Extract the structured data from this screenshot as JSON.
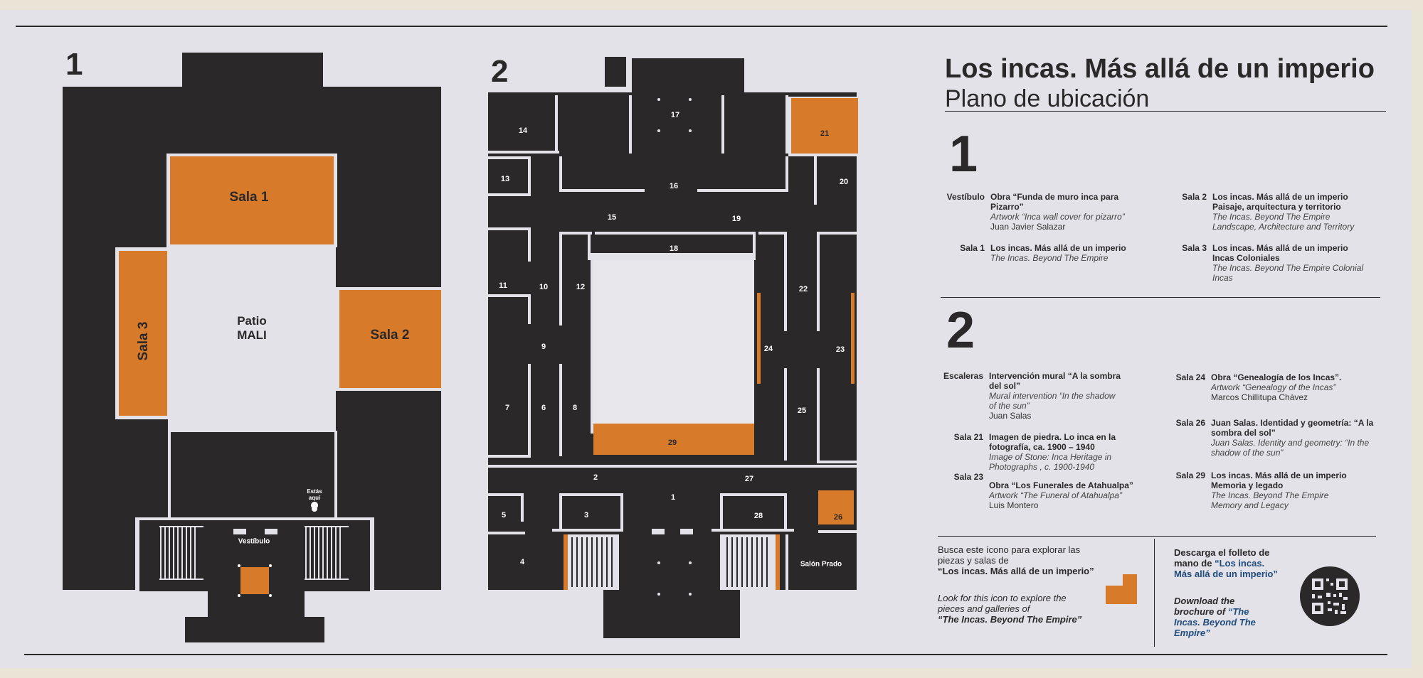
{
  "colors": {
    "dark": "#2b2829",
    "orange": "#d77b2b",
    "panel": "#e2e2e8",
    "link": "#1f4b7d"
  },
  "floors": {
    "one": "1",
    "two": "2"
  },
  "floor1": {
    "sala1": "Sala 1",
    "sala2": "Sala 2",
    "sala3": "Sala 3",
    "patio_line1": "Patio",
    "patio_line2": "MALI",
    "estas_line1": "Estás",
    "estas_line2": "aquí",
    "vestibulo": "Vestíbulo"
  },
  "floor2": {
    "rooms": {
      "r1": "1",
      "r2": "2",
      "r3": "3",
      "r4": "4",
      "r5": "5",
      "r6": "6",
      "r7": "7",
      "r8": "8",
      "r9": "9",
      "r10": "10",
      "r11": "11",
      "r12": "12",
      "r13": "13",
      "r14": "14",
      "r15": "15",
      "r16": "16",
      "r17": "17",
      "r18": "18",
      "r19": "19",
      "r20": "20",
      "r21": "21",
      "r22": "22",
      "r23": "23",
      "r24": "24",
      "r25": "25",
      "r26": "26",
      "r27": "27",
      "r28": "28",
      "r29": "29"
    },
    "salon_prado": "Salón Prado"
  },
  "legend": {
    "title": "Los incas. Más allá de un imperio",
    "subtitle": "Plano de ubicación",
    "section1": {
      "number": "1",
      "vestibulo": {
        "key": "Vestíbulo",
        "title": "Obra “Funda de muro inca para Pizarro”",
        "english": "Artwork “Inca wall cover for pizarro”",
        "author": "Juan Javier Salazar"
      },
      "sala1": {
        "key": "Sala 1",
        "title": "Los incas. Más allá de un imperio",
        "english": "The Incas. Beyond The Empire"
      },
      "sala2": {
        "key": "Sala 2",
        "title": "Los incas. Más allá de un imperio Paisaje, arquitectura y territorio",
        "english": "The Incas. Beyond The Empire Landscape, Architecture and Territory"
      },
      "sala3": {
        "key": "Sala 3",
        "title": "Los incas. Más allá de un imperio Incas Coloniales",
        "english": "The Incas. Beyond The Empire Colonial Incas"
      }
    },
    "section2": {
      "number": "2",
      "escaleras": {
        "key": "Escaleras",
        "title": "Intervención mural “A la sombra del sol”",
        "english": "Mural intervention “In the shadow of the sun”",
        "author": "Juan Salas"
      },
      "sala21": {
        "key": "Sala 21",
        "title": "Imagen de piedra. Lo inca en la fotografía, ca. 1900 – 1940",
        "english": "Image of Stone: Inca Heritage in Photographs , c. 1900-1940"
      },
      "sala23": {
        "key": "Sala 23",
        "title": "Obra “Los Funerales de Atahualpa”",
        "english": "Artwork “The Funeral of Atahualpa”",
        "author": "Luis Montero"
      },
      "sala24": {
        "key": "Sala 24",
        "title": "Obra “Genealogía de los Incas”.",
        "english": "Artwork “Genealogy of the Incas”",
        "author": "Marcos Chillitupa Chávez"
      },
      "sala26": {
        "key": "Sala 26",
        "title": "Juan Salas. Identidad y geometría: “A la sombra del sol”",
        "english": "Juan Salas. Identity and geometry: “In the shadow of the sun”"
      },
      "sala29": {
        "key": "Sala 29",
        "title": "Los incas. Más allá de un imperio Memoria y legado",
        "english": "The Incas. Beyond The Empire Memory and Legacy"
      }
    }
  },
  "footer": {
    "busca_es": "Busca este ícono para explorar las piezas y salas de",
    "busca_es_bold": "“Los incas. Más allá de un imperio”",
    "look_en": "Look for this icon to explore the pieces and galleries of",
    "look_en_bold": "“The Incas. Beyond The Empire”",
    "descarga": "Descarga el folleto de mano de",
    "descarga_link": "“Los incas. Más allá de un imperio”",
    "download": "Download the brochure of",
    "download_link": "“The Incas. Beyond The Empire”",
    "qr_icon": "qr-code-icon"
  }
}
